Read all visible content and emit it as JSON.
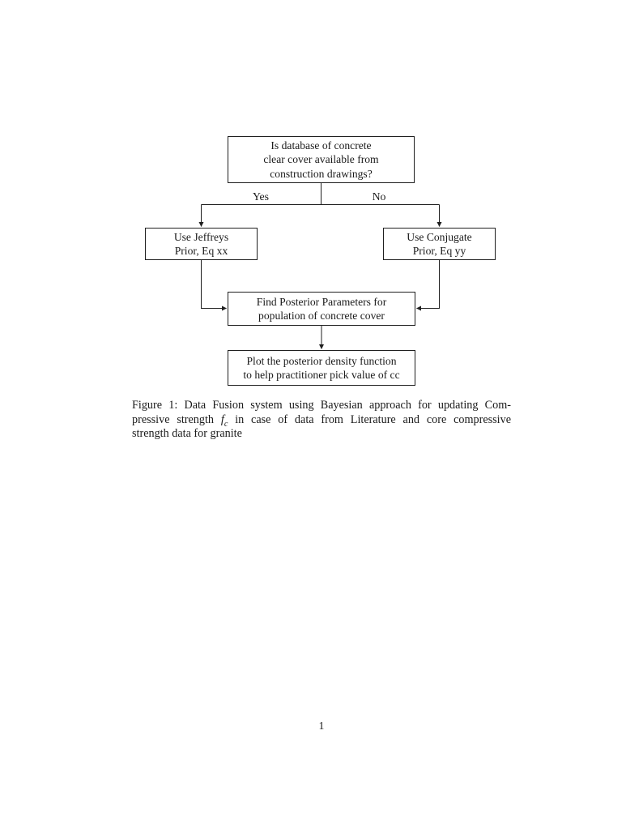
{
  "page": {
    "number": "1",
    "background_color": "#ffffff",
    "ink_color": "#1a1a1a"
  },
  "flowchart": {
    "nodes": {
      "question": {
        "lines": [
          "Is database of concrete",
          "clear cover available from",
          "construction drawings?"
        ]
      },
      "jeffreys": {
        "lines": [
          "Use Jeffreys",
          "Prior, Eq xx"
        ]
      },
      "conjugate": {
        "lines": [
          "Use Conjugate",
          "Prior, Eq yy"
        ]
      },
      "posterior": {
        "lines": [
          "Find Posterior Parameters for",
          "population of concrete cover"
        ]
      },
      "plot": {
        "lines": [
          "Plot the posterior density function",
          "to help practitioner pick value of cc"
        ]
      }
    },
    "edge_labels": {
      "yes": "Yes",
      "no": "No"
    }
  },
  "caption": {
    "line1": "Figure 1: Data Fusion system using Bayesian approach for updating Com-",
    "line2_pre": "pressive strength",
    "fc_base": "f",
    "fc_sub": "c",
    "line2_post": "in case of data from Literature and core compressive",
    "line3": "strength data for granite"
  }
}
